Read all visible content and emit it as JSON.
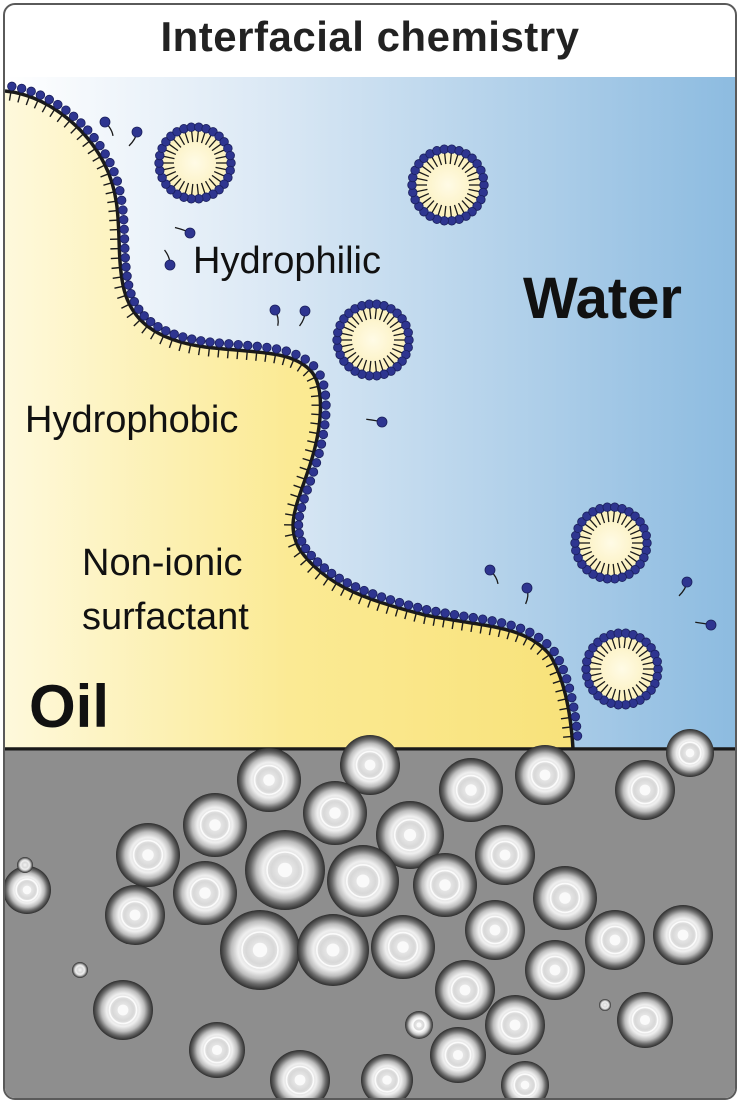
{
  "title": "Interfacial chemistry",
  "labels": {
    "water": "Water",
    "oil": "Oil",
    "hydrophilic": "Hydrophilic",
    "hydrophobic": "Hydrophobic",
    "surfactant_line1": "Non-ionic",
    "surfactant_line2": "surfactant"
  },
  "colors": {
    "water_light": "#ffffff",
    "water_dark": "#8fbde0",
    "oil_light": "#fdf6cf",
    "oil_dark": "#f9e37e",
    "surfactant_head": "#2e3590",
    "interface_line": "#1a1a1a",
    "micrograph_bg": "#8e8e8e"
  }
}
